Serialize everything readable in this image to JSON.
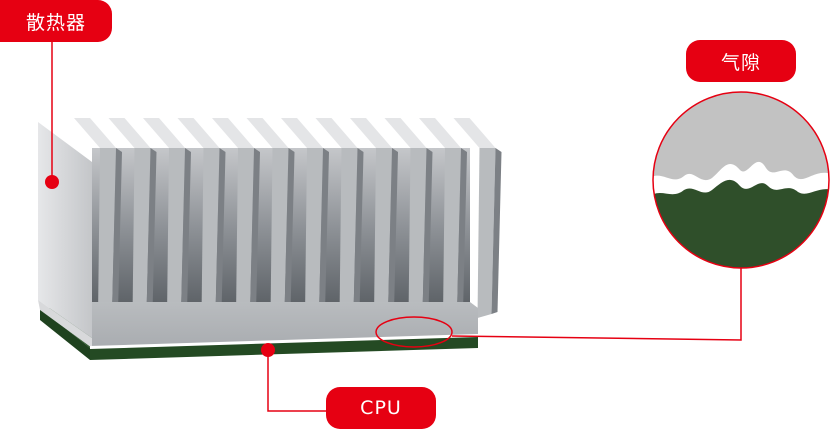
{
  "labels": {
    "heatsink": "散热器",
    "air_gap": "气隙",
    "cpu": "CPU"
  },
  "colors": {
    "accent": "#e60012",
    "heatsink_light": "#c3c5c8",
    "heatsink_dark": "#55595e",
    "pcb_green": "#2d5a2c",
    "thermal_white": "#ffffff"
  },
  "fin_count": 12
}
